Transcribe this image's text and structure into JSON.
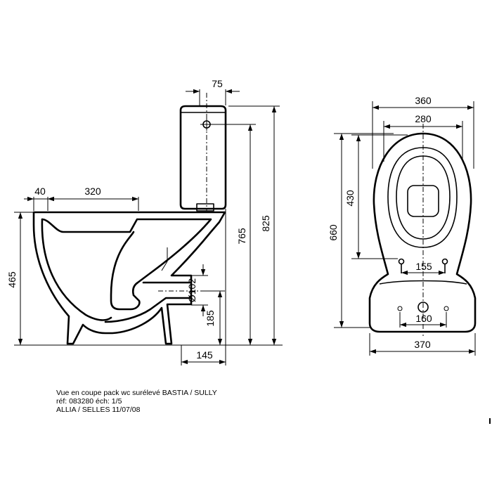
{
  "dimensions": {
    "tank_depth": "75",
    "rim_front_offset": "40",
    "bowl_opening_length": "320",
    "rim_height": "465",
    "total_height": "825",
    "tank_inlet_height": "765",
    "outlet_diameter": "Ø102",
    "outlet_height": "185",
    "outlet_offset": "145",
    "seat_width": "360",
    "opening_width": "280",
    "opening_length": "430",
    "overall_length": "660",
    "fixing_spacing": "155",
    "floor_fixing_spacing": "160",
    "base_width": "370"
  },
  "caption": {
    "line1": "Vue en coupe pack wc surélevé BASTIA / SULLY",
    "line2": "réf: 083280  éch: 1/5",
    "line3": "ALLIA / SELLES 11/07/08"
  }
}
